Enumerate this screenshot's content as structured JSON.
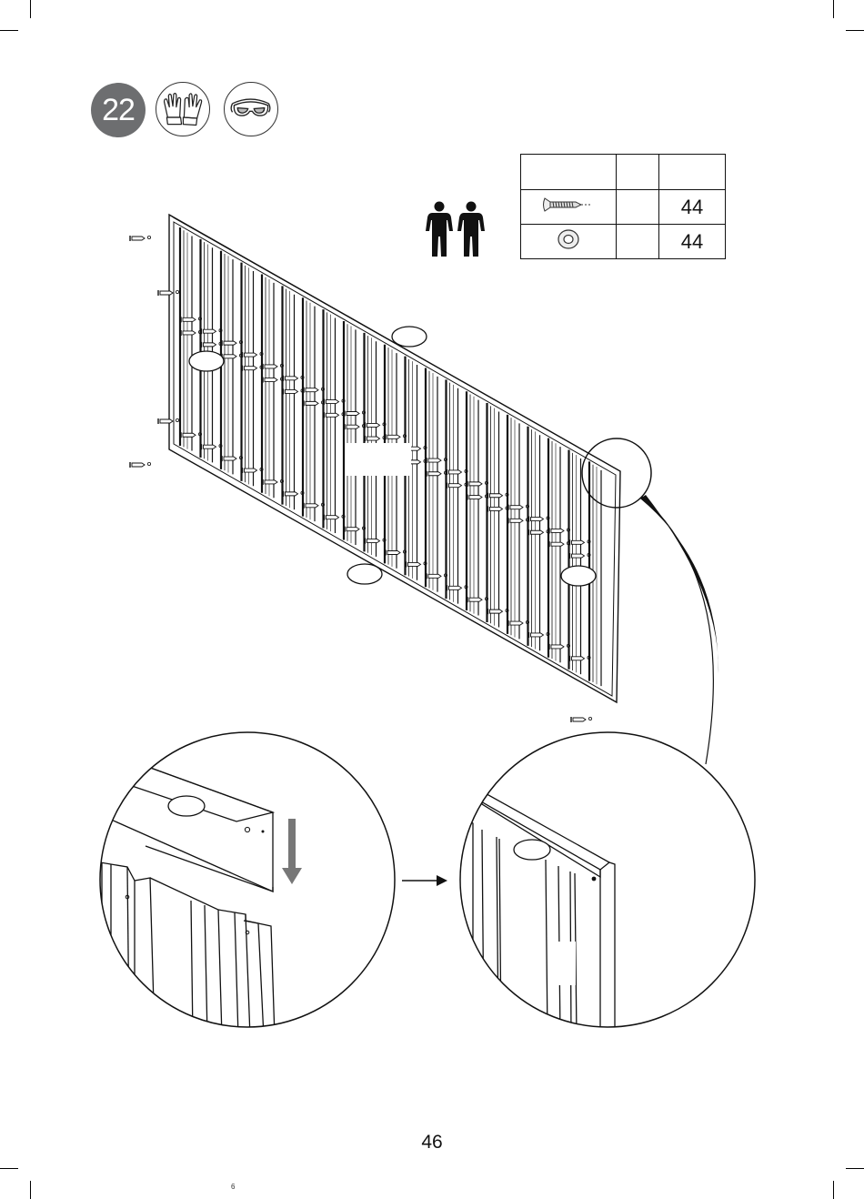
{
  "step": {
    "number": "22"
  },
  "safety_icons": [
    {
      "icon": "gloves-icon"
    },
    {
      "icon": "safety-goggles-icon"
    }
  ],
  "people_required": {
    "icon": "two-person-icon",
    "count": 2
  },
  "parts_table": {
    "header": [
      "",
      "",
      ""
    ],
    "rows": [
      {
        "icon": "screw-icon",
        "code": "",
        "qty": "44"
      },
      {
        "icon": "washer-icon",
        "code": "",
        "qty": "44"
      }
    ]
  },
  "detail_views": [
    {
      "icon": "downward-arrow-icon",
      "state": "before"
    },
    {
      "icon": "right-arrow-icon",
      "state": "after"
    }
  ],
  "page": {
    "number": "46",
    "footer_mark": "6"
  },
  "colors": {
    "badge": "#6d6e70",
    "line": "#111111"
  }
}
